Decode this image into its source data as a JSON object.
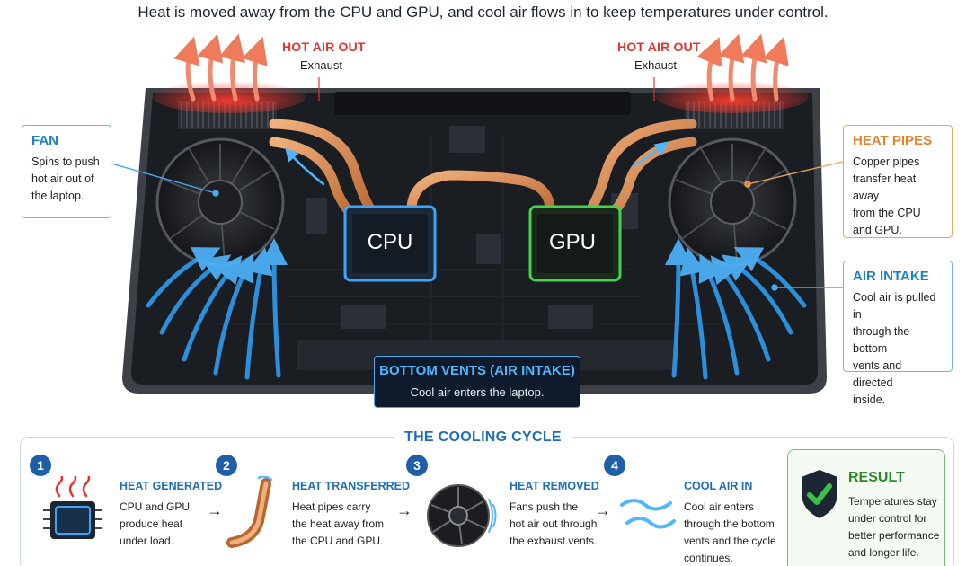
{
  "headline": "Heat is moved away from the CPU and GPU, and cool air flows in to keep temperatures under control.",
  "exhaust_left": {
    "title": "HOT AIR OUT",
    "subtitle": "Exhaust"
  },
  "exhaust_right": {
    "title": "HOT AIR OUT",
    "subtitle": "Exhaust"
  },
  "chips": {
    "cpu": "CPU",
    "gpu": "GPU"
  },
  "callouts": {
    "fan": {
      "title": "FAN",
      "text": [
        "Spins to push",
        "hot air out of",
        "the laptop."
      ]
    },
    "heat_pipes": {
      "title": "HEAT PIPES",
      "text": [
        "Copper pipes",
        "transfer heat away",
        "from the CPU",
        "and GPU."
      ]
    },
    "air_intake": {
      "title": "AIR INTAKE",
      "text": [
        "Cool air is pulled in",
        "through the bottom",
        "vents and directed",
        "inside."
      ]
    },
    "bottom_vents": {
      "title": "BOTTOM VENTS (AIR INTAKE)",
      "text": "Cool air enters the laptop."
    }
  },
  "cycle": {
    "title": "THE COOLING CYCLE",
    "steps": [
      {
        "num": "1",
        "title": "HEAT GENERATED",
        "text": [
          "CPU and GPU",
          "produce heat",
          "under load."
        ],
        "icon": "chip-heat-icon"
      },
      {
        "num": "2",
        "title": "HEAT TRANSFERRED",
        "text": [
          "Heat pipes carry",
          "the heat away from",
          "the CPU and GPU."
        ],
        "icon": "heat-pipe-icon"
      },
      {
        "num": "3",
        "title": "HEAT REMOVED",
        "text": [
          "Fans push the",
          "hot air out through",
          "the exhaust vents."
        ],
        "icon": "fan-icon"
      },
      {
        "num": "4",
        "title": "COOL AIR IN",
        "text": [
          "Cool air enters",
          "through the bottom",
          "vents and the cycle",
          "continues."
        ],
        "icon": "airflow-icon"
      }
    ],
    "arrow": "→",
    "result": {
      "title": "RESULT",
      "text": [
        "Temperatures stay",
        "under control for",
        "better performance",
        "and longer life."
      ],
      "icon": "shield-check-icon"
    }
  },
  "colors": {
    "hot": "#e3342f",
    "cool": "#2f9cf0",
    "copper": "#d98a52",
    "cpu_glow": "#3aa6ff",
    "gpu_glow": "#44d44a"
  }
}
